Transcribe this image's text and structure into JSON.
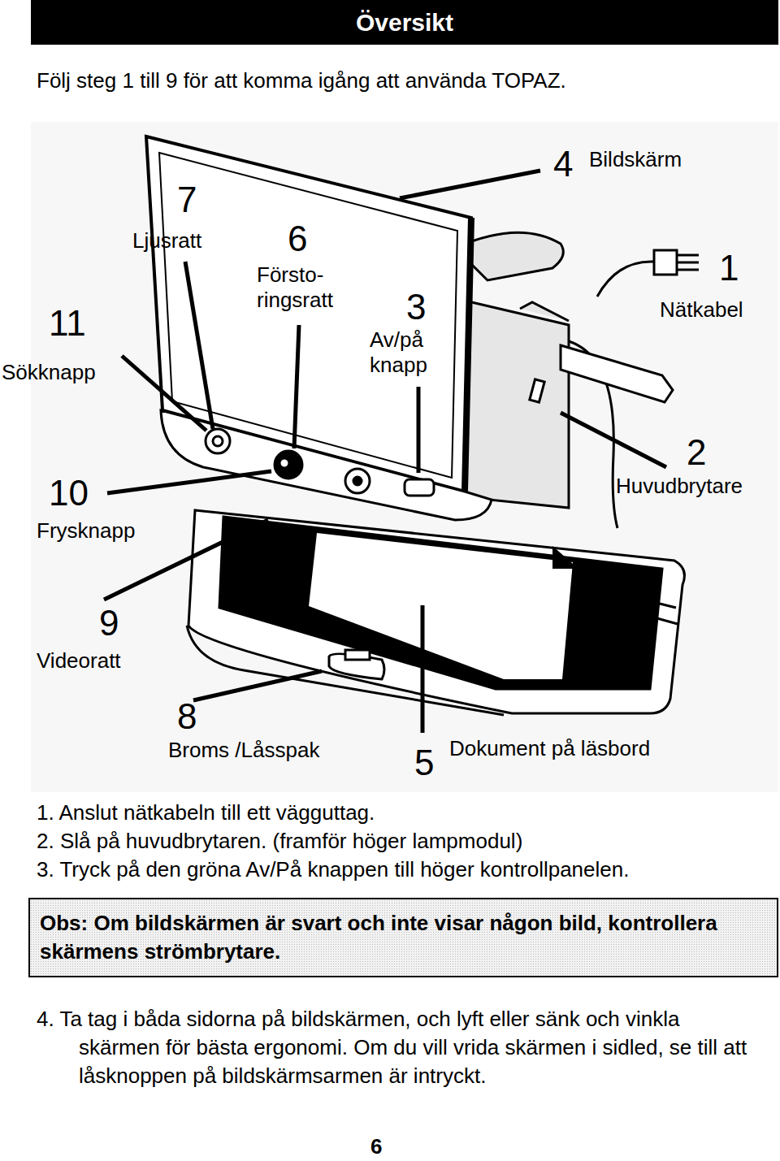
{
  "diagram": {
    "title": "Översikt",
    "nodes": [
      {
        "text": [
          "Obs: Om bildskärmen är svart och inte visar någon bild, kontrollera skärmens strömbrytare."
        ]
      }
    ],
    "labels": [
      "Följ steg 1 till 9 för att komma igång att använda TOPAZ.",
      "7",
      "Ljusratt",
      "6",
      "Försto- ringsratt",
      "3",
      "Av/på knapp",
      "4",
      "Bildskärm",
      "1",
      "Nätkabel",
      "11",
      "Sökknapp",
      "2",
      "Huvudbrytare",
      "10",
      "Frysknapp",
      "9",
      "Videoratt",
      "8",
      "Broms /Låsspak",
      "5",
      "Dokument på läsbord",
      "1. Anslut nätkabeln till ett vägguttag.",
      "2. Slå på huvudbrytaren. (framför höger lampmodul)",
      "3. Tryck på den gröna Av/På knappen till höger kontrollpanelen.",
      "4. Ta tag i båda sidorna på bildskärmen, och lyft eller sänk och vinkla skärmen för bästa ergonomi. Om du vill vrida skärmen i sidled, se till att låsknoppen på bildskärmsarmen är intryckt.",
      "6"
    ]
  }
}
